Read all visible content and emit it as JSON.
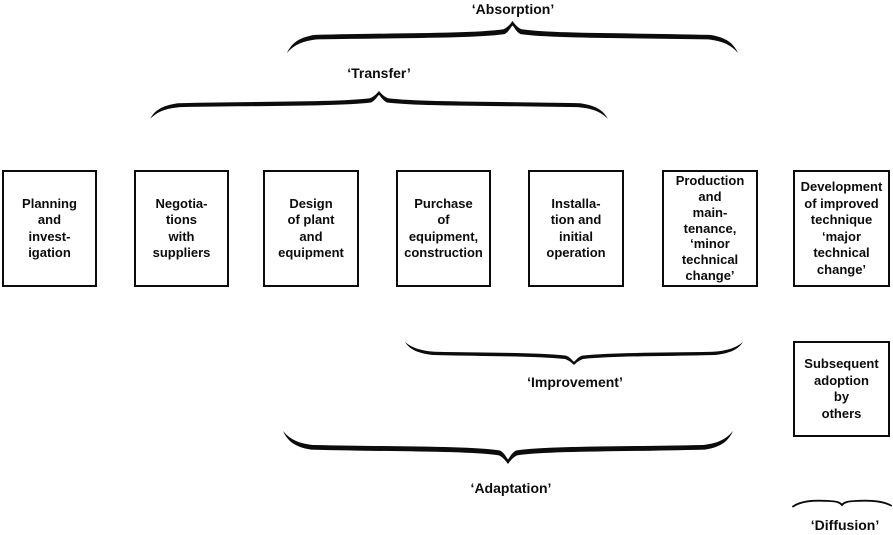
{
  "figure": {
    "stages": [
      {
        "label": "Planning\nand\ninvest-\nigation"
      },
      {
        "label": "Negotia-\ntions\nwith\nsuppliers"
      },
      {
        "label": "Design\nof plant\nand\nequipment"
      },
      {
        "label": "Purchase\nof\nequipment,\nconstruction"
      },
      {
        "label": "Installa-\ntion and\ninitial\noperation"
      },
      {
        "label": "Production\nand\nmain-\ntenance,\n‘minor\ntechnical\nchange’"
      },
      {
        "label": "Development\nof improved\ntechnique\n‘major\ntechnical\nchange’"
      }
    ],
    "adoption_box": {
      "label": "Subsequent\nadoption\nby\nothers"
    },
    "braces": {
      "absorption": {
        "label": "‘Absorption’"
      },
      "transfer": {
        "label": "‘Transfer’"
      },
      "improvement": {
        "label": "‘Improvement’"
      },
      "adaptation": {
        "label": "‘Adaptation’"
      },
      "diffusion": {
        "label": "‘Diffusion’"
      }
    },
    "colors": {
      "ink": "#0c0c0c",
      "background": "#ffffff"
    }
  }
}
